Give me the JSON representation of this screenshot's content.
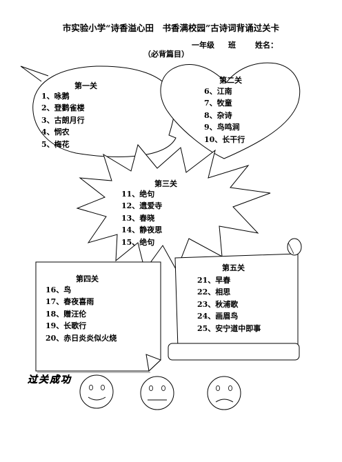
{
  "header": {
    "title": "市实验小学“诗香溢心田　书香满校园”古诗词背诵过关卡",
    "grade_label": "一年级",
    "class_label": "班",
    "name_label": "姓名：",
    "required_note": "（必背篇目）"
  },
  "levels": [
    {
      "title": "第一关",
      "items": [
        "1、咏鹅",
        "2、登鹳雀楼",
        "3、古朗月行",
        "4、悯农",
        "5、梅花"
      ]
    },
    {
      "title": "第二关",
      "items": [
        "6、江南",
        "7、牧童",
        "8、杂诗",
        "9、鸟鸣涧",
        "10、长干行"
      ]
    },
    {
      "title": "第三关",
      "items": [
        "11、绝句",
        "12、遗爱寺",
        "13、春晓",
        "14、静夜思",
        "15、绝句"
      ]
    },
    {
      "title": "第四关",
      "items": [
        "16、鸟",
        "17、春夜喜雨",
        "18、赠汪伦",
        "19、长歌行",
        "20、赤日炎炎似火烧"
      ]
    },
    {
      "title": "第五关",
      "items": [
        "21、早春",
        "22、相思",
        "23、秋浦歌",
        "24、画眉鸟",
        "25、安宁道中即事"
      ]
    }
  ],
  "footer": {
    "success_label": "过关成功",
    "faces": [
      "smiling-face",
      "neutral-face",
      "sad-face"
    ]
  }
}
